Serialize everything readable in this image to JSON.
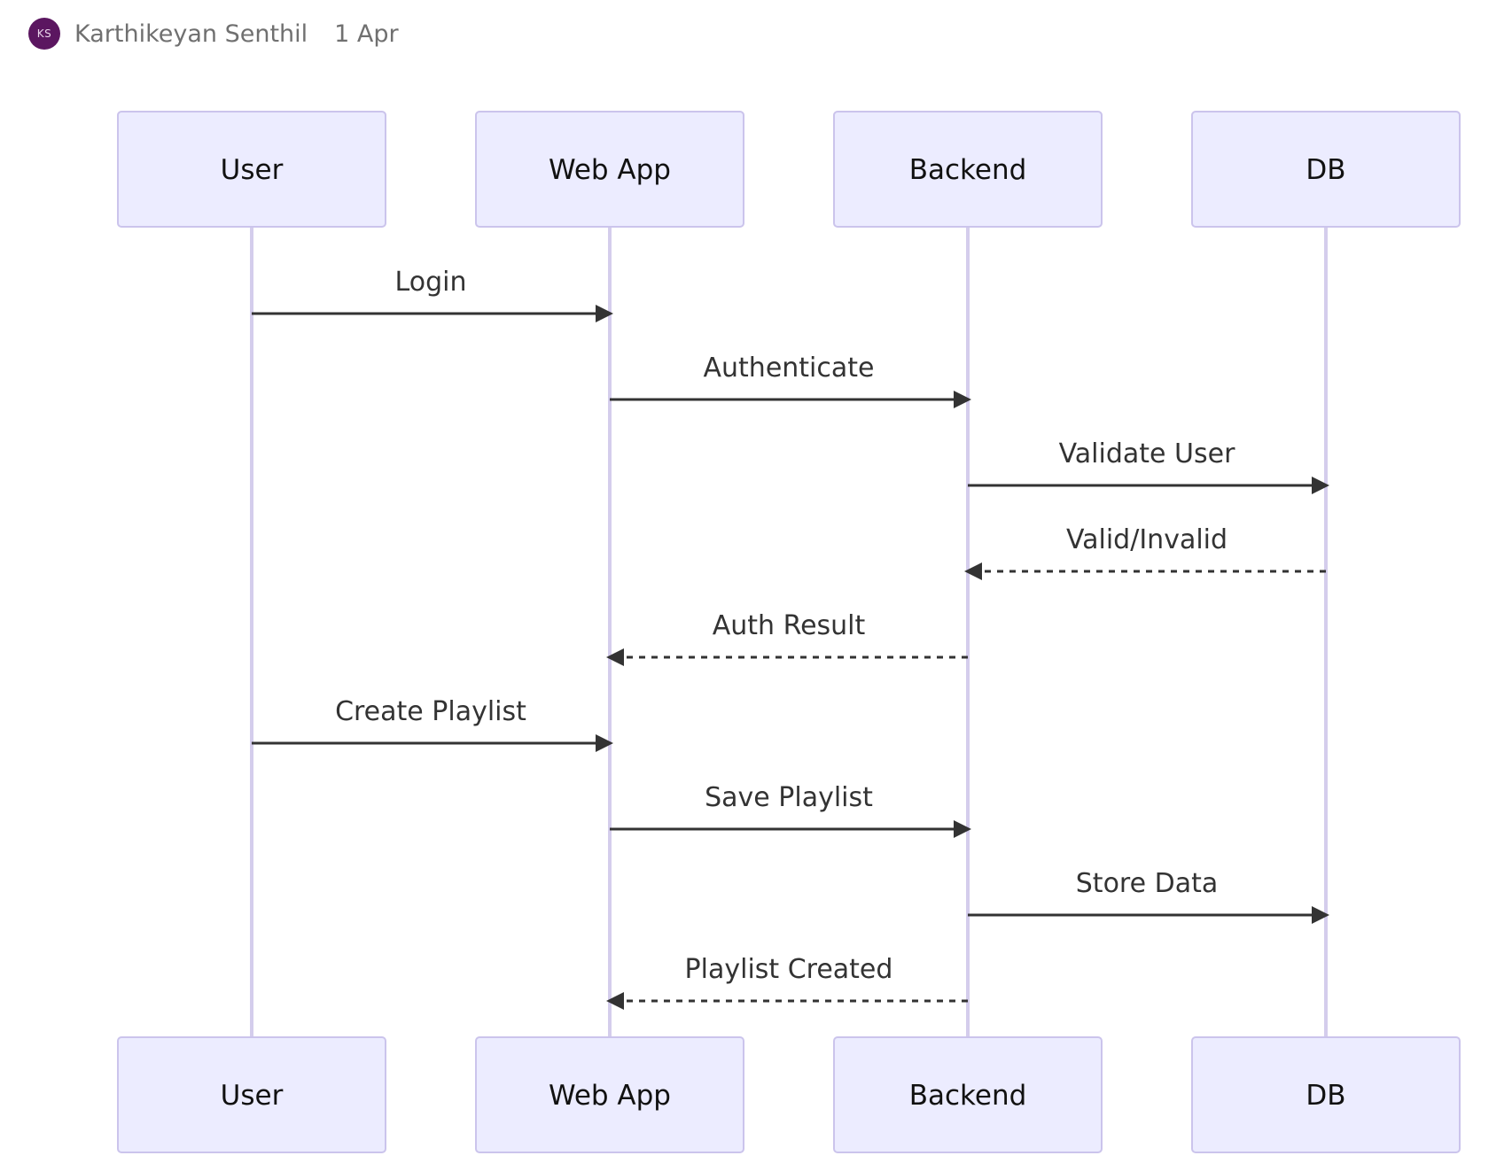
{
  "header": {
    "avatar_initials": "KS",
    "author": "Karthikeyan Senthil",
    "date": "1 Apr"
  },
  "diagram": {
    "type": "sequence",
    "participants": [
      "User",
      "Web App",
      "Backend",
      "DB"
    ],
    "messages": [
      {
        "from": 0,
        "to": 1,
        "label": "Login",
        "style": "solid"
      },
      {
        "from": 1,
        "to": 2,
        "label": "Authenticate",
        "style": "solid"
      },
      {
        "from": 2,
        "to": 3,
        "label": "Validate User",
        "style": "solid"
      },
      {
        "from": 3,
        "to": 2,
        "label": "Valid/Invalid",
        "style": "dashed"
      },
      {
        "from": 2,
        "to": 1,
        "label": "Auth Result",
        "style": "dashed"
      },
      {
        "from": 0,
        "to": 1,
        "label": "Create Playlist",
        "style": "solid"
      },
      {
        "from": 1,
        "to": 2,
        "label": "Save Playlist",
        "style": "solid"
      },
      {
        "from": 2,
        "to": 3,
        "label": "Store Data",
        "style": "solid"
      },
      {
        "from": 2,
        "to": 1,
        "label": "Playlist Created",
        "style": "dashed"
      }
    ]
  },
  "colors": {
    "actor_fill": "#ececff",
    "actor_border": "#cbc4ec",
    "lifeline": "#d4cdec",
    "arrow": "#333333",
    "avatar": "#5b1660"
  }
}
